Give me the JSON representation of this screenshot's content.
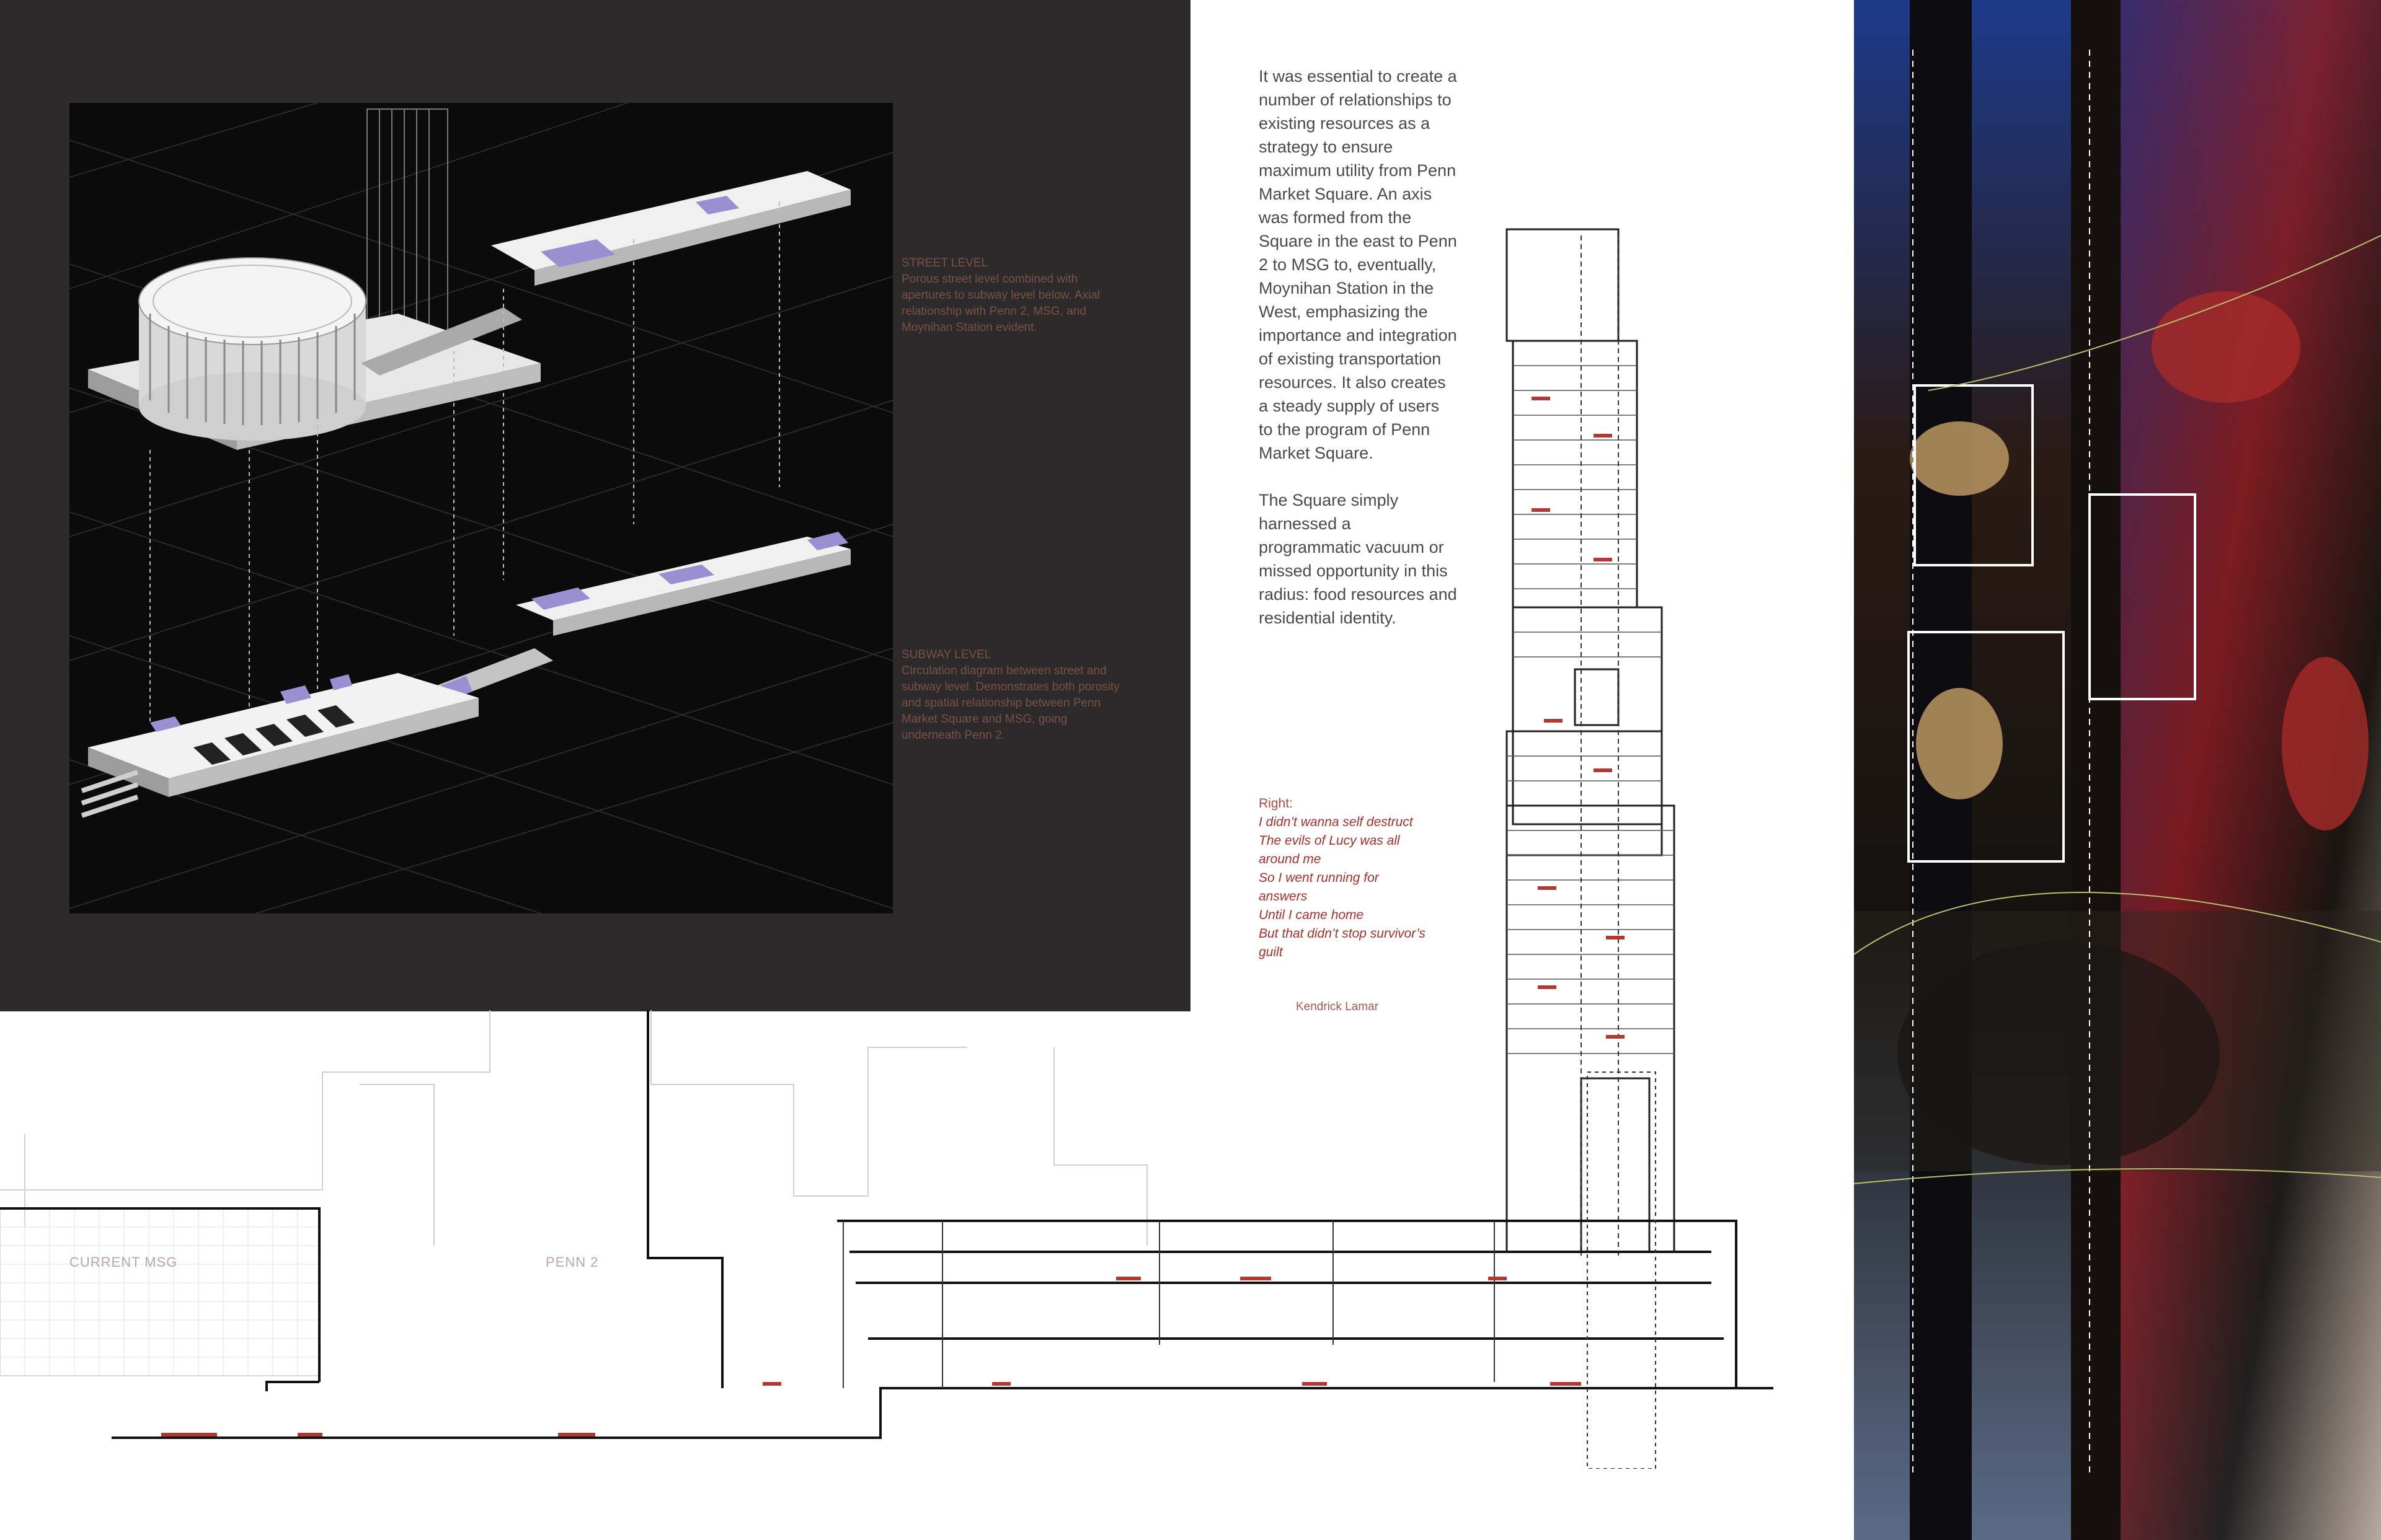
{
  "axon": {
    "street_title": "STREET LEVEL",
    "street_body": "Porous street level combined with apertures to subway level below. Axial relationship with Penn 2, MSG, and Moynihan Station evident.",
    "subway_title": "SUBWAY LEVEL",
    "subway_body": "Circulation diagram between street and subway level. Demonstrates both porosity and spatial relationship between Penn Market Square and MSG, going underneath Penn 2."
  },
  "essay": {
    "p1": "It was essential to create a number of relationships to existing resources as a strategy to ensure maximum utility from Penn Market Square. An axis was formed from the Square in the east to Penn 2 to MSG to, eventually, Moynihan Station in the West, emphasizing the importance and integration of existing transportation resources. It also creates a steady supply of users to the program of Penn Market Square.",
    "p2": "The Square simply harnessed a programmatic vacuum or missed opportunity in this radius: food resources and residential identity."
  },
  "quote": {
    "label": "Right:",
    "lines": [
      "I didn’t wanna self destruct",
      "The evils of Lucy was all around me",
      "So I went running for answers",
      "Until I came home",
      "But that didn’t stop survivor’s guilt"
    ],
    "author": "Kendrick Lamar"
  },
  "section": {
    "label_msg": "CURRENT MSG",
    "label_penn2": "PENN 2"
  },
  "colors": {
    "panel": "#2d2a2b",
    "caption": "#7a5146",
    "quote": "#a8302b",
    "accent_purple": "#9a8fd0"
  }
}
